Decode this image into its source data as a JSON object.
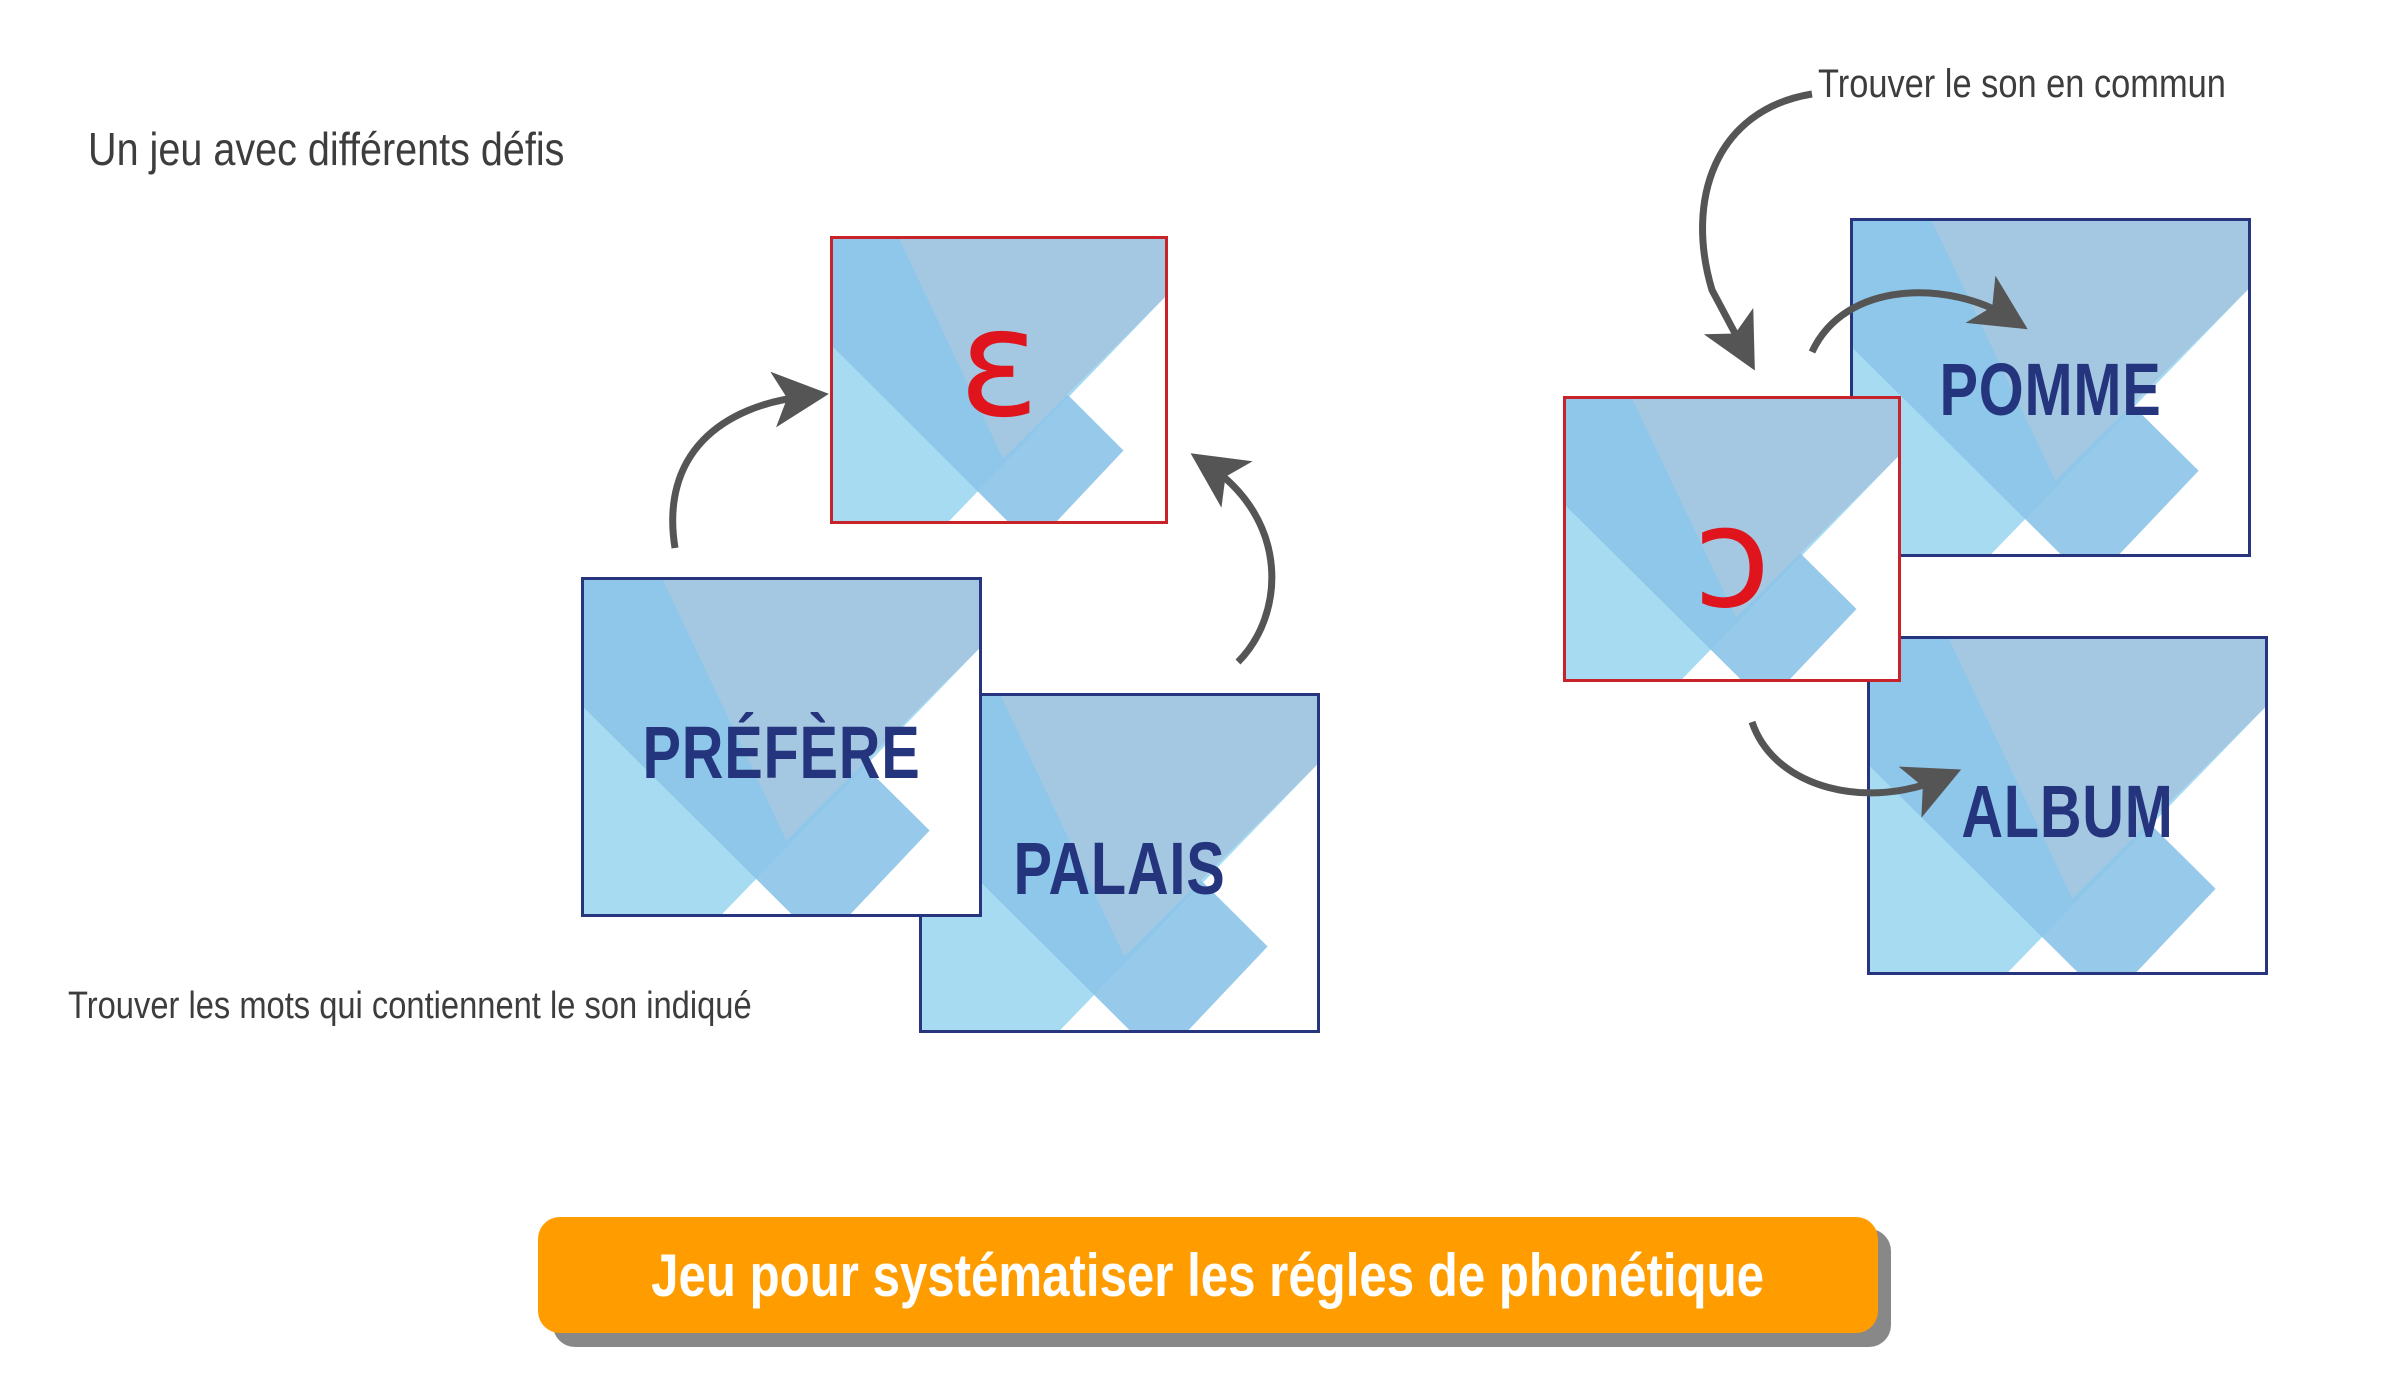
{
  "colors": {
    "word_border": "#27357f",
    "sound_border": "#c8232b",
    "word_text": "#24357e",
    "symbol_text": "#e0141c",
    "light_blue": "#a6dbf2",
    "mid_blue": "#8cc4e8",
    "dark_blue_triangle": "#a5c8e2",
    "banner_orange": "#ff9d00",
    "arrow_gray": "#555555"
  },
  "captions": {
    "title": "Un jeu avec différents défis",
    "right": "Trouver le son en commun",
    "left": "Trouver les mots qui contiennent le son indiqué"
  },
  "left_group": {
    "symbol": "ɛ",
    "words": [
      "PRÉFÈRE",
      "PALAIS"
    ]
  },
  "right_group": {
    "symbol": "ɔ",
    "words": [
      "POMME",
      "ALBUM"
    ]
  },
  "banner": {
    "text": "Jeu pour systématiser les régles de phonétique"
  }
}
